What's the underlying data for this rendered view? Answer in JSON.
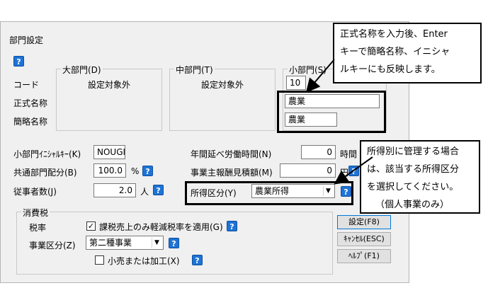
{
  "dialog": {
    "title": "部門設定",
    "help": "?"
  },
  "dept_header": {
    "code_label": "コード",
    "official_label": "正式名称",
    "short_label": "簡略名称",
    "large": {
      "legend": "大部門(D)",
      "value": "設定対象外"
    },
    "middle": {
      "legend": "中部門(T)",
      "value": "設定対象外"
    },
    "small": {
      "legend": "小部門(S)",
      "code": "10",
      "official_name": "農業",
      "short_name": "農業"
    }
  },
  "form": {
    "initial_label": "小部門ｲﾆｼｬﾙｷｰ(K)",
    "initial_value": "NOUGI",
    "common_label": "共通部門配分(B)",
    "common_value": "100.0",
    "common_unit": "%",
    "workers_label": "従事者数(J)",
    "workers_value": "2.0",
    "workers_unit": "人",
    "hours_label": "年間延べ労働時間(N)",
    "hours_value": "0",
    "hours_unit": "時間",
    "reward_label": "事業主報酬見積額(M)",
    "reward_value": "0",
    "reward_unit": "円",
    "income_label": "所得区分(Y)",
    "income_value": "農業所得"
  },
  "tax": {
    "legend": "消費税",
    "rate_label": "税率",
    "reduced_label": "課税売上のみ軽減税率を適用(G)",
    "reduced_checked": "✓",
    "business_label": "事業区分(Z)",
    "business_value": "第二種事業",
    "retail_label": "小売または加工(X)"
  },
  "buttons": {
    "settings": "設定(F8)",
    "cancel": "ｷｬﾝｾﾙ(ESC)",
    "help": "ﾍﾙﾌﾟ(F1)"
  },
  "callouts": {
    "top": [
      "正式名称を入力後、Enter",
      "キーで簡略名称、イニシャ",
      "ルキーにも反映します。"
    ],
    "right": [
      "所得別に管理する場合",
      "は、該当する所得区分",
      "を選択してください。",
      "（個人事業のみ）"
    ]
  }
}
